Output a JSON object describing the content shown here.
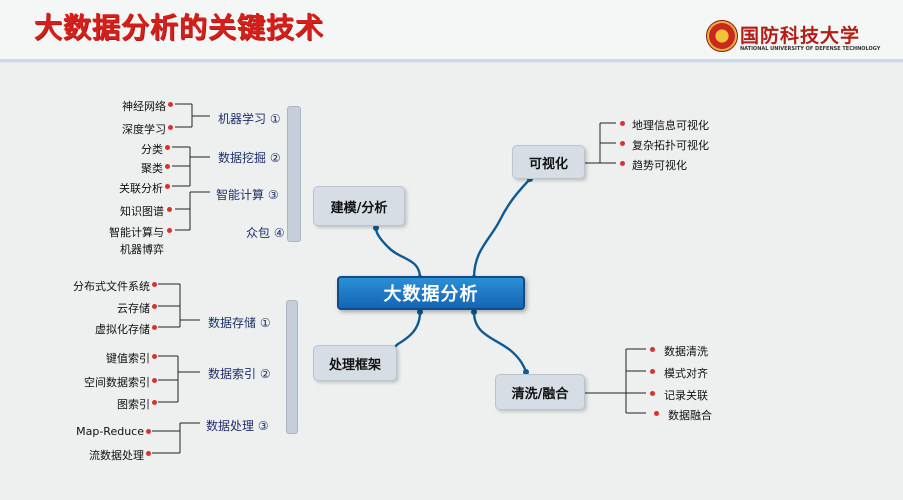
{
  "header": {
    "title": "大数据分析的关键技术",
    "logo_name": "国防科技大学",
    "logo_en": "NATIONAL UNIVERSITY OF DEFENSE TECHNOLOGY"
  },
  "center": "大数据分析",
  "branches": {
    "model": {
      "label": "建模/分析",
      "groups": [
        "机器学习 ①",
        "数据挖掘 ②",
        "智能计算 ③",
        "众包 ④"
      ],
      "leaves": [
        "神经网络",
        "深度学习",
        "分类",
        "聚类",
        "关联分析",
        "知识图谱",
        "智能计算与",
        "机器博弈"
      ]
    },
    "framework": {
      "label": "处理框架",
      "groups": [
        "数据存储 ①",
        "数据索引 ②",
        "数据处理 ③"
      ],
      "leaves": [
        "分布式文件系统",
        "云存储",
        "虚拟化存储",
        "键值索引",
        "空间数据索引",
        "图索引",
        "Map-Reduce",
        "流数据处理"
      ]
    },
    "viz": {
      "label": "可视化",
      "leaves": [
        "地理信息可视化",
        "复杂拓扑可视化",
        "趋势可视化"
      ]
    },
    "clean": {
      "label": "清洗/融合",
      "leaves": [
        "数据清洗",
        "模式对齐",
        "记录关联",
        "数据融合"
      ]
    }
  }
}
